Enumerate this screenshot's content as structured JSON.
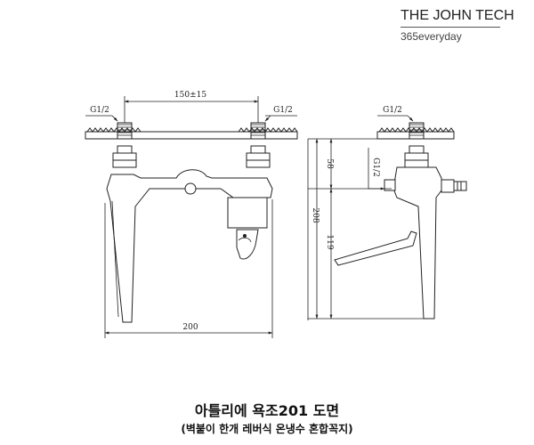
{
  "brand": {
    "name": "THE JOHN TECH",
    "tagline": "365everyday"
  },
  "drawing": {
    "front": {
      "thread_left": "G1/2",
      "thread_right": "G1/2",
      "spacing": "150±15",
      "width": "200"
    },
    "side": {
      "thread_top": "G1/2",
      "thread_side": "G1/2",
      "dim_58": "58",
      "dim_208": "208",
      "dim_119": "119"
    }
  },
  "caption": {
    "title": "아틀리에 욕조201 도면",
    "subtitle": "(벽붙이 한개 레버식 온냉수 혼합꼭지)"
  }
}
